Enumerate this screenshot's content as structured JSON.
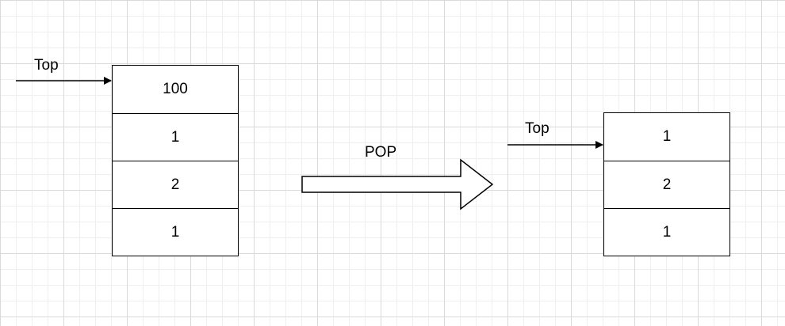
{
  "stack_before": {
    "pointer_label": "Top",
    "items": [
      "100",
      "1",
      "2",
      "1"
    ]
  },
  "operation": {
    "label": "POP"
  },
  "stack_after": {
    "pointer_label": "Top",
    "items": [
      "1",
      "2",
      "1"
    ]
  },
  "colors": {
    "stroke": "#000000",
    "grid_major": "#d9d9d9",
    "grid_minor": "#efefef",
    "background": "#ffffff"
  }
}
